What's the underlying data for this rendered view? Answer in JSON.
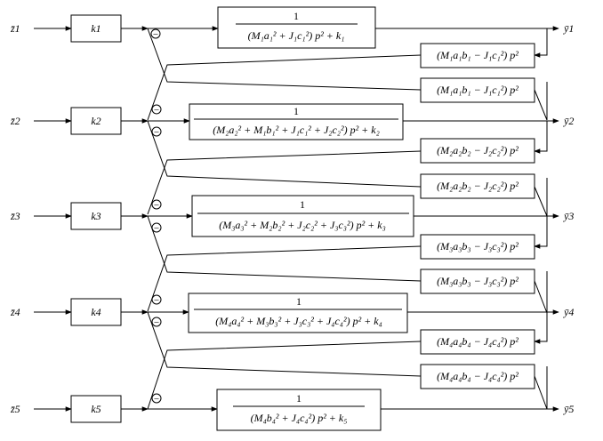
{
  "inputs": [
    "z̄1",
    "z̄2",
    "z̄3",
    "z̄4",
    "z̄5"
  ],
  "outputs": [
    "ȳ1",
    "ȳ2",
    "ȳ3",
    "ȳ4",
    "ȳ5"
  ],
  "gains": [
    "k1",
    "k2",
    "k3",
    "k4",
    "k5"
  ],
  "forward": {
    "numerator": "1",
    "denominators": [
      "(M₁a₁² + J₁c₁²) p² + k₁",
      "(M₂a₂² + M₁b₁² + J₁c₁² + J₂c₂²) p² + k₂",
      "(M₃a₃² + M₂b₂² + J₂c₂² + J₃c₃²) p² + k₃",
      "(M₄a₄² + M₃b₃² + J₃c₃² + J₄c₄²) p² + k₄",
      "(M₄b₄² + J₄c₄²) p² + k₅"
    ]
  },
  "coupling": [
    "(M₁a₁b₁ − J₁c₁²) p²",
    "(M₂a₂b₂ − J₂c₂²) p²",
    "(M₃a₃b₃ − J₃c₃²) p²",
    "(M₄a₄b₄ − J₄c₄²) p²"
  ],
  "sum_sign": "−"
}
